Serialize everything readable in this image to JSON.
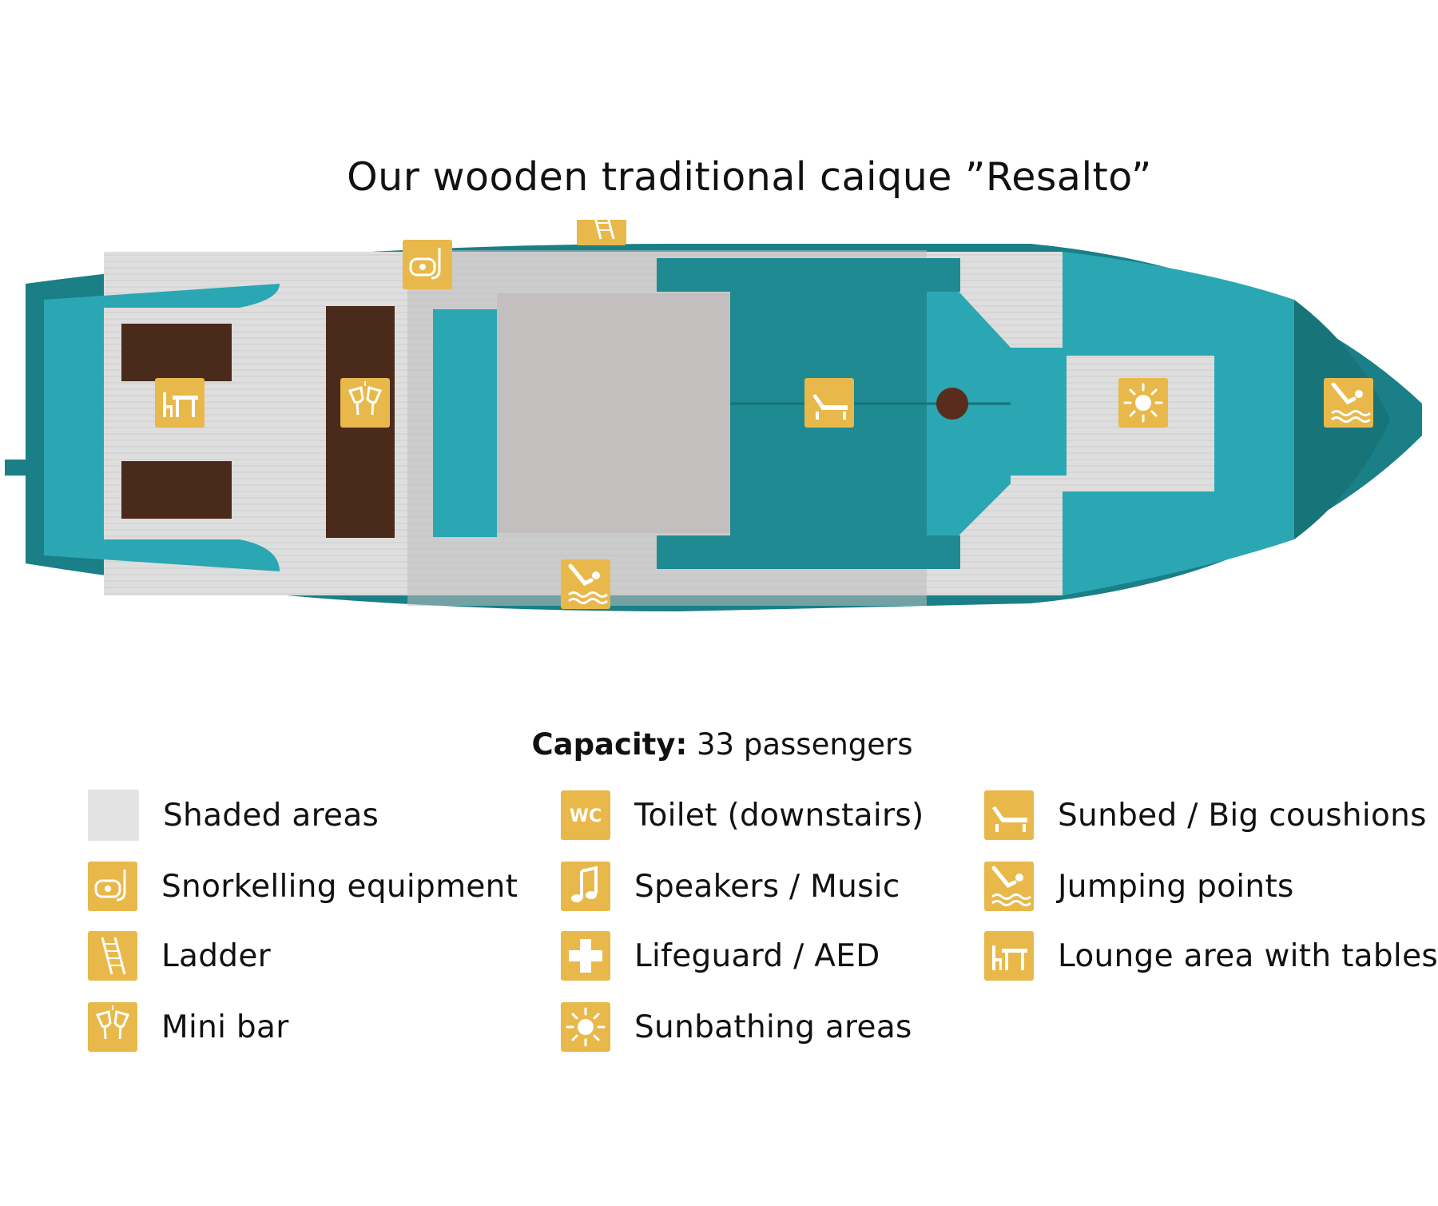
{
  "title": "Our wooden traditional caique ”Resalto”",
  "capacity": {
    "label": "Capacity:",
    "value": "33 passengers"
  },
  "colors": {
    "hull": "#1a7f86",
    "hull_inner": "#2aa7b3",
    "deck": "#dcdcdc",
    "shade": "#bdbdbd",
    "wood": "#4a2a1a",
    "cabin": "#c4bfbf",
    "icon_bg": "#e8b84a"
  },
  "legend": [
    {
      "icon": "shade-swatch",
      "label": "Shaded areas"
    },
    {
      "icon": "snorkel-icon",
      "label": "Snorkelling equipment"
    },
    {
      "icon": "ladder-icon",
      "label": "Ladder"
    },
    {
      "icon": "cheers-icon",
      "label": "Mini bar"
    },
    {
      "icon": "wc-icon",
      "label": "Toilet (downstairs)",
      "icon_text": "WC"
    },
    {
      "icon": "music-note-icon",
      "label": "Speakers / Music"
    },
    {
      "icon": "first-aid-cross-icon",
      "label": "Lifeguard / AED"
    },
    {
      "icon": "sun-icon",
      "label": "Sunbathing areas"
    },
    {
      "icon": "sunbed-icon",
      "label": "Sunbed / Big coushions"
    },
    {
      "icon": "diver-icon",
      "label": "Jumping points"
    },
    {
      "icon": "table-chair-icon",
      "label": "Lounge area with tables"
    }
  ]
}
